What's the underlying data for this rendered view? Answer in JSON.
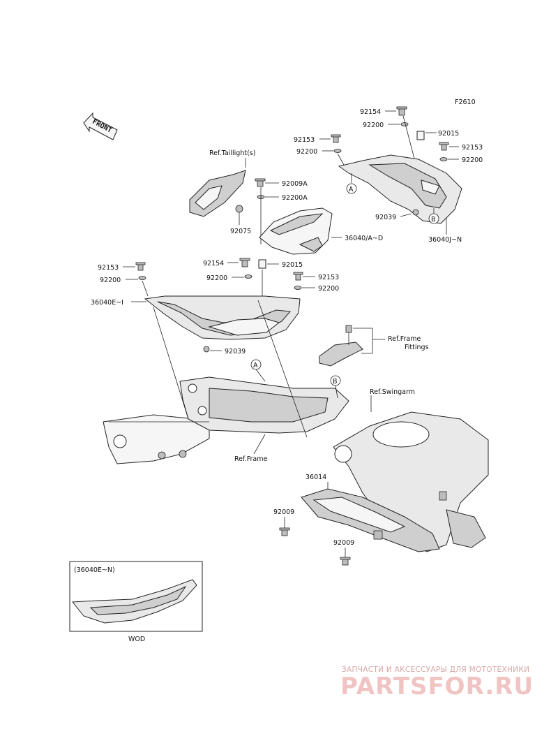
{
  "figure_code": "F2610",
  "front_label": "FRONT",
  "references": {
    "taillight": "Ref.Taillight(s)",
    "frame_fittings_1": "Ref.Frame",
    "frame_fittings_2": "Fittings",
    "swingarm": "Ref.Swingarm",
    "frame": "Ref.Frame"
  },
  "callouts": {
    "c92154_top": "92154",
    "c92200_top": "92200",
    "c92015_top": "92015",
    "c92153_tr": "92153",
    "c92200_tr": "92200",
    "c92153_tl": "92153",
    "c92200_tl": "92200",
    "c92009A": "92009A",
    "c92200A": "92200A",
    "c92075": "92075",
    "c36040AD": "36040/A~D",
    "c92039_r": "92039",
    "c36040JN": "36040J~N",
    "c92153_l": "92153",
    "c92200_l": "92200",
    "c36040EI": "36040E~I",
    "c92154_m": "92154",
    "c92200_m": "92200",
    "c92015_m": "92015",
    "c92153_m": "92153",
    "c92200_m2": "92200",
    "c92039_l": "92039",
    "c36014": "36014",
    "c92009_a": "92009",
    "c92009_b": "92009"
  },
  "markers": {
    "a": "A",
    "b": "B"
  },
  "inset": {
    "label": "(36040E~N)",
    "caption": "WOD"
  },
  "watermark": {
    "subtitle": "ЗАПЧАСТИ И АКСЕССУАРЫ ДЛЯ МОТОТЕХНИКИ",
    "logo": "PARTSFOR.RU"
  }
}
